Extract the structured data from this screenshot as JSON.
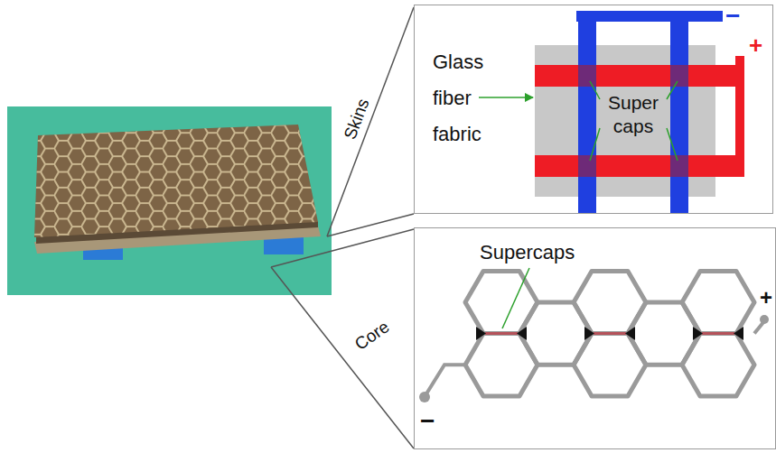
{
  "diagram": {
    "nodes": [
      {
        "text": [
          "Glass fiber fabric",
          "Super caps",
          "−",
          "+"
        ]
      },
      {
        "text": [
          "Supercaps",
          "+",
          "−"
        ]
      }
    ],
    "labels": [
      "Skins",
      "Core"
    ]
  }
}
